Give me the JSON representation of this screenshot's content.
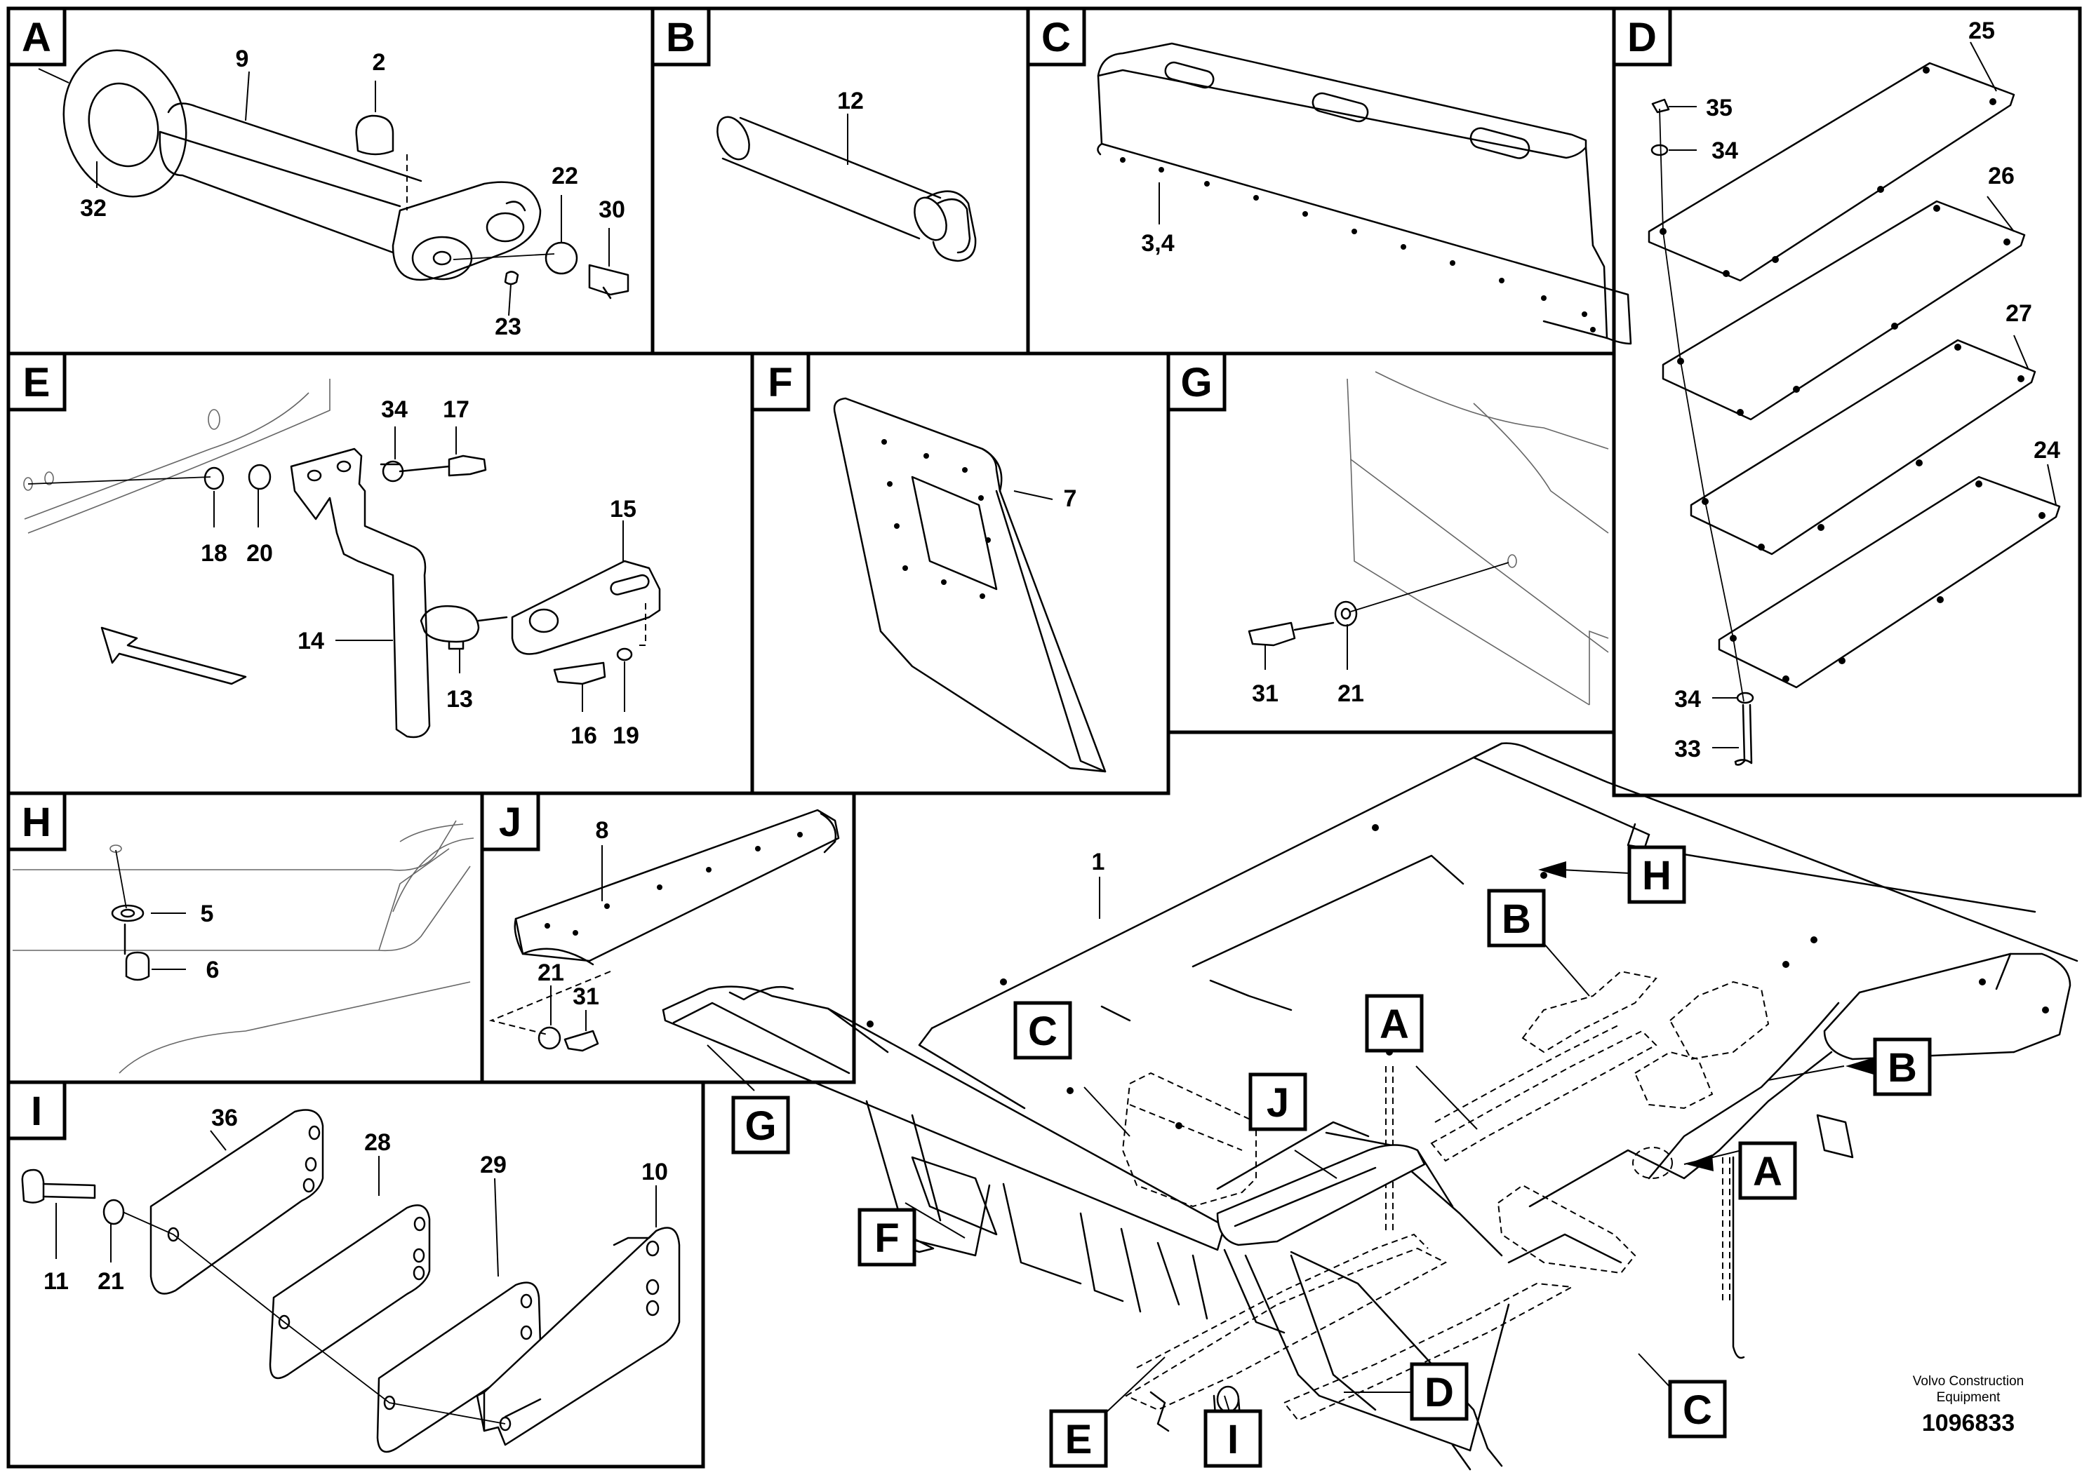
{
  "panels": {
    "A": {
      "letter": "A",
      "callouts": [
        "9",
        "2",
        "22",
        "30",
        "32",
        "23"
      ]
    },
    "B": {
      "letter": "B",
      "callouts": [
        "12"
      ]
    },
    "C": {
      "letter": "C",
      "callouts": [
        "3,4"
      ]
    },
    "D": {
      "letter": "D",
      "callouts": [
        "25",
        "35",
        "34",
        "26",
        "27",
        "24",
        "34",
        "33"
      ]
    },
    "E": {
      "letter": "E",
      "callouts": [
        "34",
        "17",
        "18",
        "20",
        "15",
        "14",
        "13",
        "16",
        "19"
      ]
    },
    "F": {
      "letter": "F",
      "callouts": [
        "7"
      ]
    },
    "G": {
      "letter": "G",
      "callouts": [
        "31",
        "21"
      ]
    },
    "H": {
      "letter": "H",
      "callouts": [
        "5",
        "6"
      ]
    },
    "J": {
      "letter": "J",
      "callouts": [
        "8",
        "21",
        "31"
      ]
    },
    "I": {
      "letter": "I",
      "callouts": [
        "36",
        "28",
        "29",
        "10",
        "11",
        "21"
      ]
    }
  },
  "main": {
    "callout": "1",
    "refs": [
      "H",
      "B",
      "C",
      "A",
      "J",
      "B",
      "A",
      "G",
      "F",
      "D",
      "C",
      "E",
      "I"
    ]
  },
  "footer": {
    "brand_line1": "Volvo Construction",
    "brand_line2": "Equipment",
    "drawing_number": "1096833"
  }
}
